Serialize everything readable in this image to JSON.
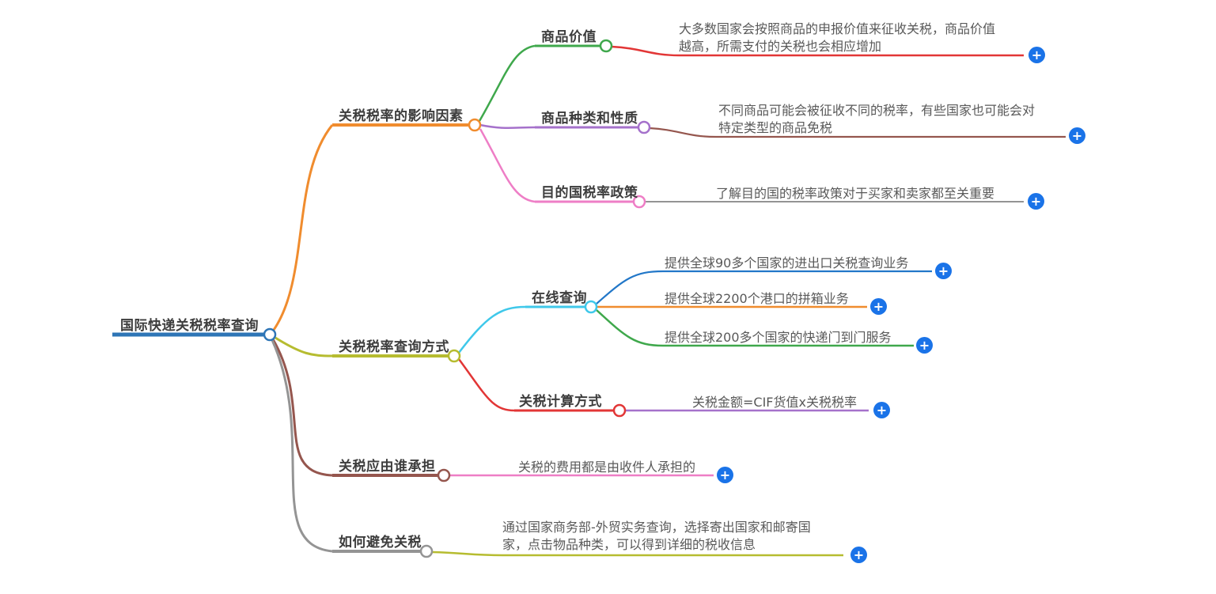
{
  "palette": {
    "root_blue": "#2e75b6",
    "orange": "#f08c2e",
    "green": "#3fa84c",
    "red": "#e23636",
    "purple": "#a571cb",
    "brown": "#95564e",
    "pink": "#ee7ec6",
    "gray": "#949494",
    "olive": "#b6bc30",
    "cyan": "#3fc8ea",
    "link_blue": "#2277c8",
    "plus_bg": "#1a73e8",
    "title_text": "#3d3d3d",
    "leaf_text": "#595959"
  },
  "mindmap": {
    "root": {
      "label": "国际快递关税税率查询"
    },
    "branches": [
      {
        "label": "关税税率的影响因素",
        "children": [
          {
            "label": "商品价值",
            "leaf": "大多数国家会按照商品的申报价值来征收关税，商品价值越高，所需支付的关税也会相应增加"
          },
          {
            "label": "商品种类和性质",
            "leaf": "不同商品可能会被征收不同的税率，有些国家也可能会对特定类型的商品免税"
          },
          {
            "label": "目的国税率政策",
            "leaf": "了解目的国的税率政策对于买家和卖家都至关重要"
          }
        ]
      },
      {
        "label": "关税税率查询方式",
        "children": [
          {
            "label": "在线查询",
            "leaves": [
              "提供全球90多个国家的进出口关税查询业务",
              "提供全球2200个港口的拼箱业务",
              "提供全球200多个国家的快递门到门服务"
            ]
          },
          {
            "label": "关税计算方式",
            "leaf": "关税金额=CIF货值x关税税率"
          }
        ]
      },
      {
        "label": "关税应由谁承担",
        "leaf": "关税的费用都是由收件人承担的"
      },
      {
        "label": "如何避免关税",
        "leaf": "通过国家商务部-外贸实务查询，选择寄出国家和邮寄国家，点击物品种类，可以得到详细的税收信息"
      }
    ],
    "add_symbol": "+"
  }
}
